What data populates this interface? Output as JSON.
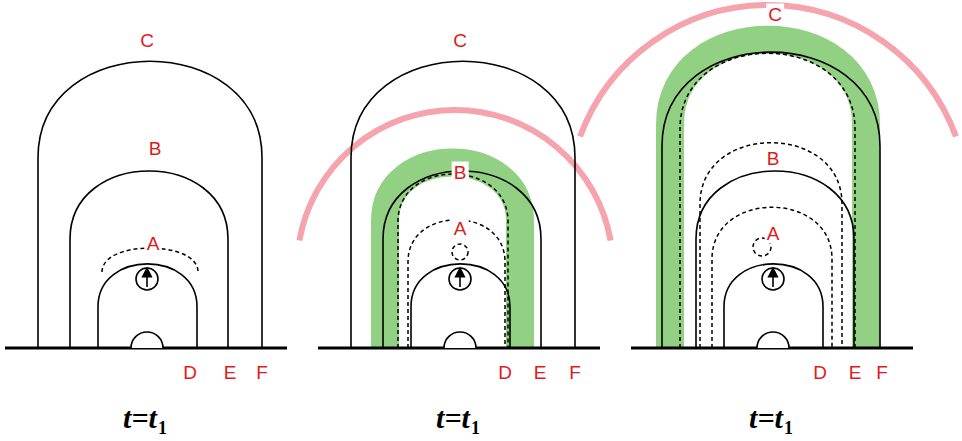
{
  "diagram": {
    "labels": [
      "C",
      "B",
      "A",
      "D",
      "E",
      "F",
      "t=t",
      "1",
      "C",
      "B",
      "A",
      "D",
      "E",
      "F",
      "t=t",
      "1",
      "C",
      "B",
      "A",
      "D",
      "E",
      "F",
      "t=t",
      "1"
    ]
  }
}
